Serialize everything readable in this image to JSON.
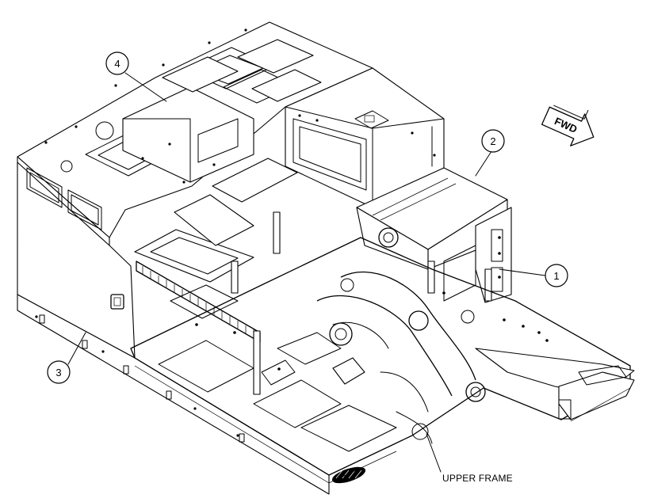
{
  "callouts": [
    {
      "id": "1",
      "label": "1"
    },
    {
      "id": "2",
      "label": "2"
    },
    {
      "id": "3",
      "label": "3"
    },
    {
      "id": "4",
      "label": "4"
    }
  ],
  "labels": {
    "upper_frame": "UPPER FRAME",
    "direction": "FWD"
  },
  "icons": {
    "direction_arrow": "fwd-arrow-icon"
  }
}
